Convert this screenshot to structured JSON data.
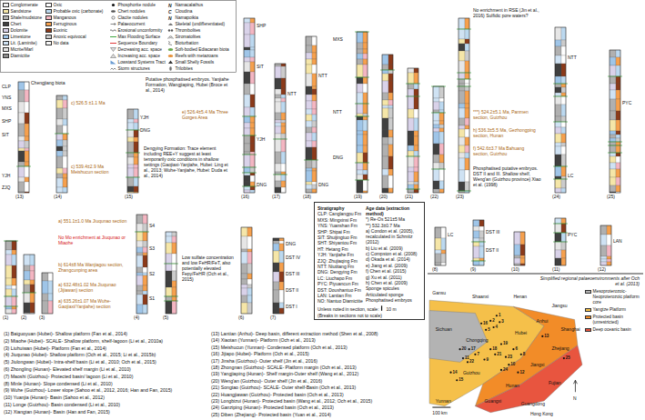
{
  "diagram": {
    "nodes": [
      {
        "text": [
          "Stratigraphy",
          "CLP: Canglangpu Fm",
          "MXS: Mingxinsi Fm",
          "YNS: Yuanshan Fm",
          "SHP: Shipai Fm",
          "SIT: Shuijingtuo Fm",
          "SHT: Shiyantou Fm",
          "HT: Hetang Fm",
          "YJH: Yanjiahe Fm",
          "ZJQ: Zhujiaqing Fm",
          "NTT: Niutitang Fm",
          "DNG: Dengying Fm",
          "LC: Liuchapo Fm",
          "PYC: Piyuancun Fm",
          "DST: Doushantuo Fm",
          "LAN: Lantian Fm",
          "NO: Nantuo Diamictite",
          "Unless noted in section, scale:",
          "10 m",
          "(Breaks in sections not to scale)",
          "Age data (extraction method)",
          "*) Re-Os 521±5 Ma",
          "**) 532.3±0.7 Ma",
          "a) Condon et al. (2005), recalculated in Schmitz (2012)",
          "b) Liu et al. (2009)",
          "c) Compston et al. (2008)",
          "d) Okada et al. (2014)",
          "e) Jiang et al. (2009)",
          "f) Chen et al. (2015)",
          "g) Xu et al. (2011)",
          "h) Chen et al. (2009)",
          "Sponge spicules",
          "Articulated sponge",
          "Phosphatised embryos"
        ]
      },
      {
        "text": [
          "Simplified regional palaeoenvironments after Och et al. (2013)"
        ]
      }
    ],
    "labels": [
      "(1)",
      "(2)",
      "(3)",
      "(4)",
      "(5)",
      "(6)",
      "(7)",
      "(8)",
      "(9)",
      "(10)",
      "(11)",
      "(12)",
      "(13)",
      "(14)",
      "(15)",
      "(16)",
      "(17)",
      "(18)",
      "(19)",
      "(20)",
      "(21)",
      "(22)",
      "(23)",
      "(24)",
      "(25)",
      "CLP",
      "YNS",
      "MXS",
      "SHP",
      "SIT",
      "YJH",
      "ZJQ",
      "Chengjiang biota",
      "c) 526.5 ±1.1 Ma",
      "c) 539.4±2.9 Ma Meishucun section",
      "YJH",
      "DNG",
      "Putative phosphatised embryos. Yanjiahe Formation, Wangjiaping, Hubei (Broce et al., 2014)",
      "e) 526.4±5.4 Ma Three Gorges Area",
      "Dengying Formation: Trace element including REE+Y suggest at least temporarily oxic conditions in shallow settings (Gaojiaxi-Yanjiahe, Hubei: Ling et al., 2013; Wuhe-Yanjiahe, Hubei: Duda et al., 2014)",
      "SHP",
      "SIT",
      "YJH",
      "DNG",
      "NTT",
      "NTT",
      "DNG",
      "MXS",
      "NTT",
      "DNG",
      "No enrichment in RSE (Jin et al., 2016) Sulfidic pore waters?",
      "***) 524.2±5.1 Ma, Panmen section, Guizhou",
      "h) 536.3±5.5 Ma, Gezhongping section, Hunan",
      "f) 542.6±3.7 Ma Bahuang section, Guizhou",
      "Phosphatised putative embryos. DST II and III. Shallow shelf, Weng'an (Guizhou province) Xiao et al. (1998)",
      "NTT",
      "PYC",
      "LC",
      "a) 551.1±1.0 Ma Jiuqunao section",
      "No Mo enrichment at Jiuqunao or Miaohe",
      "b) 614±8 Ma Wanjiagou section, Zhangcunping area",
      "a) 632.48±1.02 Ma Jiuqunao (Jijiawan) section",
      "a) 635.26±1.07 Ma Wuhe-Gaojiaxi/Yanjiahe) section",
      "S4",
      "S3",
      "S2",
      "S1",
      "Low sulfate concentration and low FeHR/FeT, also potentially elevated Fepy/FeHR (Och et al., 2015)",
      "DNG",
      "DST IV",
      "DST III",
      "DST II",
      "DST I",
      "LC",
      "DST III",
      "DST II",
      "PYC",
      "LAN",
      "(1) Baiguoyuan (Hubei)- Shallow platform (Fan et al., 2014)",
      "(2) Miaohe (Hubei)- SCALE- Shallow platform, shelf-lagoon (Li et al., 2010a)",
      "(3) Liuhuiwan (Hubei)- Platform (Fan et al., 2014)",
      "(4) Jiuqunao (Hubei)- Shallow platform (Och et al., 2015; Li et al., 2015b)",
      "(5) Jiulongwan (Hubei)- Intra-shelf basin (Li et al., 2010; Och et al., 2015)",
      "(6) Zhongling (Hunan)- Elevated shelf margin (Li et al., 2010)",
      "(7) Maoshi (Guizhou)- Protected basin/ lagoon (Li et al., 2010)",
      "(8) Minle (Hunan)- Slope condensed (Li et al., 2010)",
      "(9) Wuhe (Guizhou)- Lower slope (Sahoo et al., 2012, 2016; Han and Fan, 2015)",
      "(10) Yuanjia (Hunan)- Basin (Sahoo et al., 2012)",
      "(11) Longe (Guizhou)- Basin condensed (Li et al., 2010)",
      "(12) Xiangtan (Hunan)- Basin (Han and Fan, 2015)",
      "(13) Lantian (Anhui)- Deep basin, different extraction method (Shen et al., 2008)",
      "(14) Xiaotan (Yunnan)- Platform (Och et al., 2013)",
      "(15) Meishucun (Yunnan)- Condensed platform (Och et al., 2013)",
      "(16) Jijiapo (Hubei)- Platform (Och et al., 2015)",
      "(17) Jinsha (Guizhou)- Outer shelf (Jin et al., 2016)",
      "(18) Zhongnan (Guizhou)- SCALE- Platform margin (Och et al., 2013)",
      "(19) Yangjiaping (Hunan)- Shelf margin-Outer shelf (Wang et al., 2012)",
      "(20) Weng'an (Guizhou)- Outer shelf (Jin et al., 2016)",
      "(21) Songtao (Guizhou)- SCALE- Outer shelf-Basin (Och et al., 2013)",
      "(22) Huangjiawan (Guizhou)- Protected basin (Och et al., 2013)",
      "(23) Longbizui (Hunan)- Protected basin (Wang et al., 2012; Och et al., 2015)",
      "(24) Ganziping (Hunan)- Protected basin (Och et al., 2013)",
      "(25) Diben (Zhejiang)- Protected basin (Yuan et al., 2014)",
      "Gansu",
      "Shaanxi",
      "Henan",
      "Jiangsu",
      "Anhui",
      "Shanghai",
      "Sichuan",
      "Chongqing",
      "Hubei",
      "Zhejiang",
      "Hunan",
      "Jiangxi",
      "Guizhou",
      "Fujian",
      "Yunnan",
      "Guangxi",
      "Guangdong",
      "Hong Kong",
      "100 km",
      "N",
      "1",
      "2",
      "3",
      "4",
      "5",
      "6",
      "7",
      "8",
      "9",
      "10",
      "11",
      "12",
      "13",
      "14",
      "15",
      "16",
      "17",
      "18",
      "19",
      "20",
      "21",
      "22",
      "23",
      "24",
      "25",
      "N",
      "C",
      "N"
    ],
    "legend": [
      {
        "text": "Conglomerate",
        "color": "#f2f2f2"
      },
      {
        "text": "Sandstone",
        "color": "#f5e6a8"
      },
      {
        "text": "Shale/mudstone",
        "color": "#b0b0b0"
      },
      {
        "text": "Chert",
        "color": "#404040"
      },
      {
        "text": "Dolomite",
        "color": "#d9d2e9"
      },
      {
        "text": "Limestone",
        "color": "#9fc5e8"
      },
      {
        "text": "Lit. (Laminite)",
        "color": "#cfe2f3"
      },
      {
        "text": "Micrite/Marl",
        "color": "#e6e6e6"
      },
      {
        "text": "Diamictite",
        "color": "#8f8f8f"
      },
      {
        "text": "Oxic",
        "color": "#ffffff"
      },
      {
        "text": "Probable oxic (carbonate)",
        "color": "#bcd9f0"
      },
      {
        "text": "Manganous",
        "color": "#f4b6c2"
      },
      {
        "text": "Ferruginous",
        "color": "#f6a04d"
      },
      {
        "text": "Euxinic",
        "color": "#8b3a1a"
      },
      {
        "text": "Anoxic equivocal",
        "color": "#cccccc"
      },
      {
        "text": "No data",
        "color": "#f7f7f7"
      },
      {
        "text": "Phosphorite nodule"
      },
      {
        "text": "Chert nodules"
      },
      {
        "text": "Clacite nodules"
      },
      {
        "text": "Palaeocurrent"
      },
      {
        "text": "Erosional unconformity"
      },
      {
        "text": "Max Flooding Surface"
      },
      {
        "text": "Sequence Boundary"
      },
      {
        "text": "Decreasing acc. space"
      },
      {
        "text": "Increasing acc. space"
      },
      {
        "text": "Lowstand Systems Tract"
      },
      {
        "text": "Storm structures"
      },
      {
        "text": "Namacalathus"
      },
      {
        "text": "Cloudina"
      },
      {
        "text": "Namapoikia"
      },
      {
        "text": "Skeletal (undifferentiated)"
      },
      {
        "text": "Thrombolites"
      },
      {
        "text": "Stromatolites"
      },
      {
        "text": "Bioturbation"
      },
      {
        "text": "Soft-bodied Ediacaran biota"
      },
      {
        "text": "Reefs with metazoans"
      },
      {
        "text": "Small Shelly Fossils"
      },
      {
        "text": "Trilobites"
      },
      {
        "text": "Mesoproterozoic-Neoproterozoic platform core",
        "color": "#b3b3b3"
      },
      {
        "text": "Yangtze Platform",
        "color": "#f5c04a"
      },
      {
        "text": "Protected basin (unrestricted)",
        "color": "#f28c28"
      },
      {
        "text": "Deep oceanic basin",
        "color": "#e8553f"
      }
    ]
  }
}
